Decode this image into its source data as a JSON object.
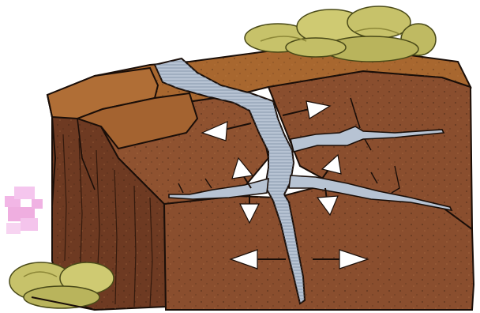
{
  "figure": {
    "subject": "frost-wedging-rock-block",
    "arrow_directions": [
      "right",
      "left",
      "up-left",
      "down",
      "up-right",
      "down",
      "left",
      "right"
    ],
    "colors": {
      "rock_face": "#8a4e2e",
      "rock_top": "#a8672f",
      "rock_side": "#6e3a22",
      "ice": "#b7c3d3",
      "ice_shade": "#8e9cb0",
      "moss": "#c7c26a",
      "moss_shade": "#9f9a45",
      "outline": "#1a0e08",
      "arrow": "#ffffff",
      "pink_patch": "#f2b6e6"
    }
  }
}
